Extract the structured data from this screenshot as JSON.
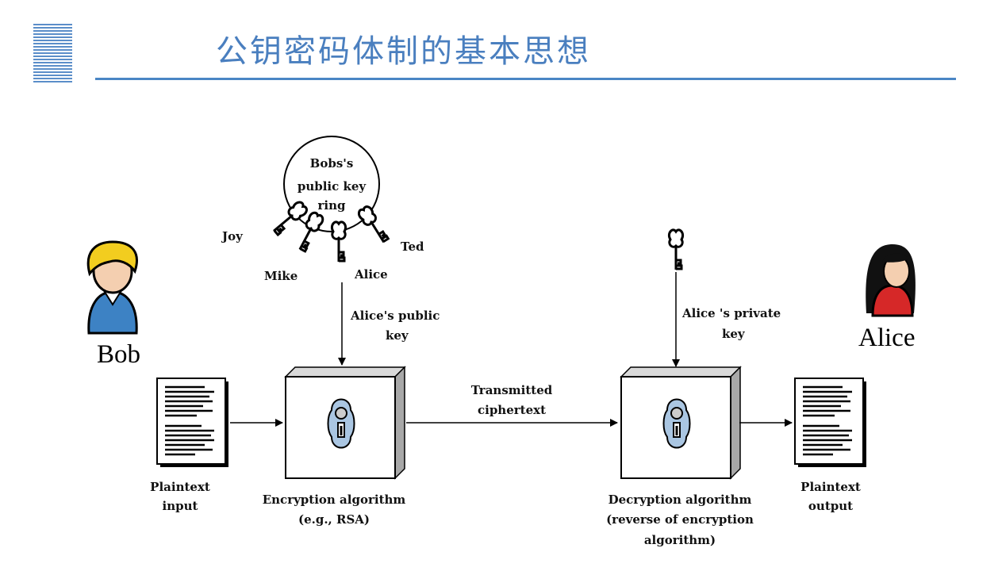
{
  "title": "公钥密码体制的基本思想",
  "people": {
    "sender": "Bob",
    "receiver": "Alice"
  },
  "key_ring": {
    "label_lines": [
      "Bobs's",
      "public key",
      "ring"
    ],
    "keys": [
      "Joy",
      "Mike",
      "Alice",
      "Ted"
    ]
  },
  "public_key_label": [
    "Alice's public",
    "key"
  ],
  "private_key_label": [
    "Alice 's private",
    "key"
  ],
  "channel_label": [
    "Transmitted",
    "ciphertext"
  ],
  "plaintext_input": [
    "Plaintext",
    "input"
  ],
  "encryption": [
    "Encryption algorithm",
    "(e.g., RSA)"
  ],
  "decryption": [
    "Decryption algorithm",
    "(reverse of encryption",
    "algorithm)"
  ],
  "plaintext_output": [
    "Plaintext",
    "output"
  ],
  "colors": {
    "title": "#4a7fbf",
    "rule": "#4a86c5",
    "bob_shirt": "#3d82c4",
    "bob_hair": "#f2cd1f",
    "alice_shirt": "#d62828",
    "lock": "#aac6e2"
  }
}
